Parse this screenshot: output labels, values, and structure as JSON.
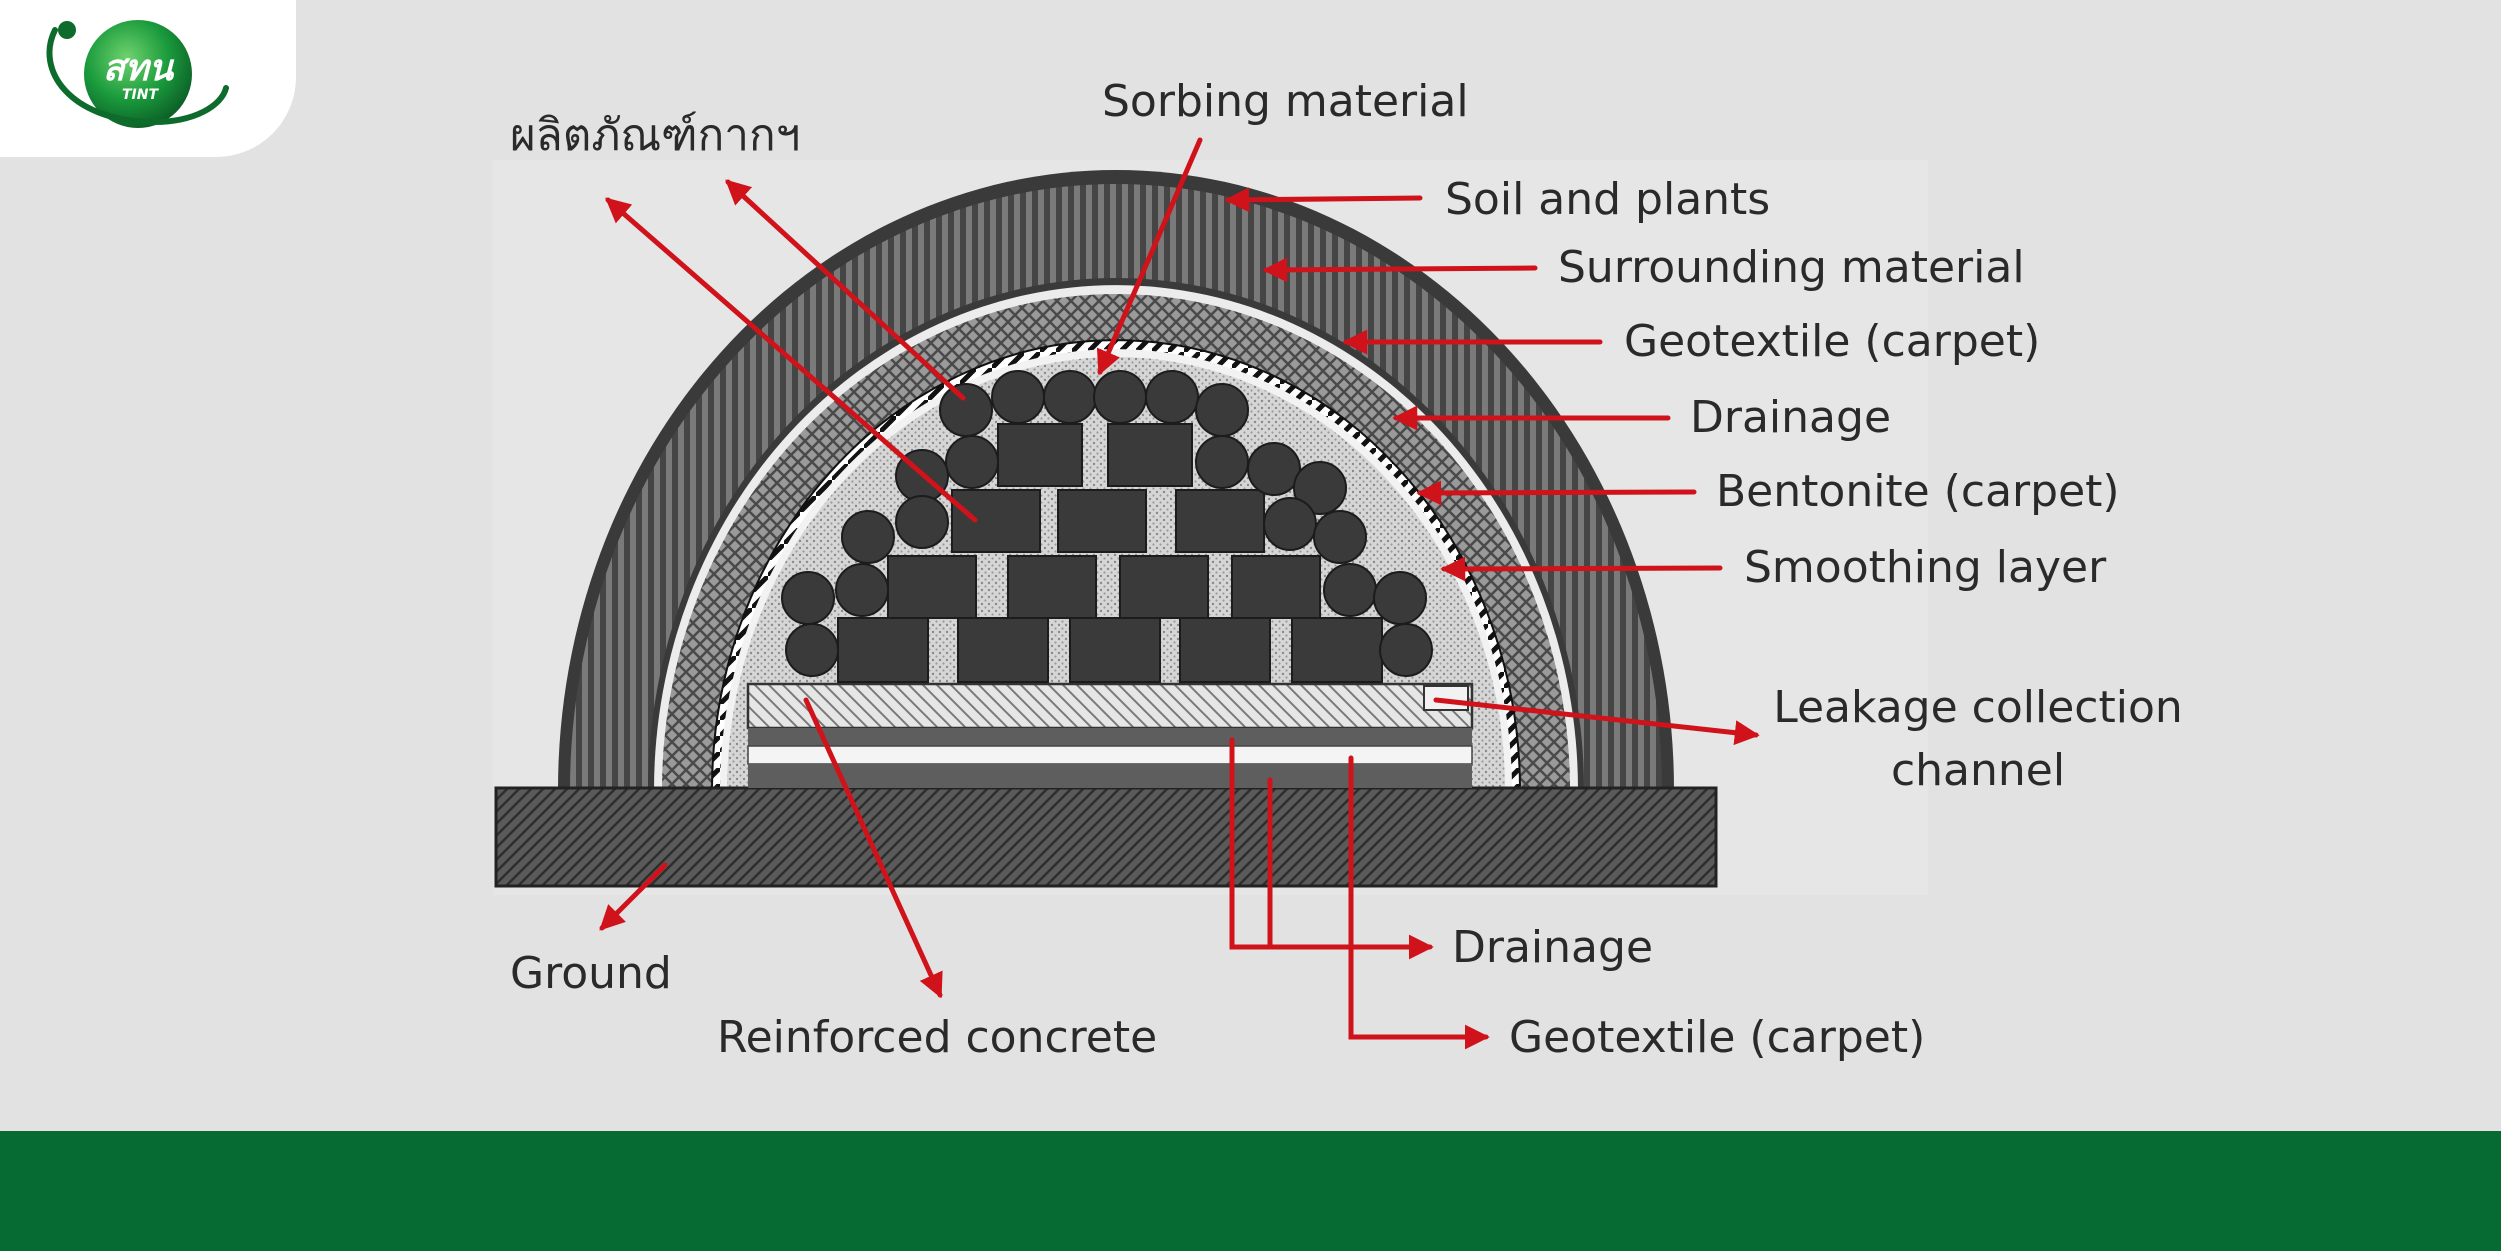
{
  "brand": {
    "logo_text": "สทน",
    "logo_subtext": "TINT",
    "colors": {
      "logo_green": "#1a9a3c",
      "footer_green": "#066a33",
      "arrow_red": "#d0121b",
      "layer_dark": "#3a3a3a"
    }
  },
  "labels": {
    "thai_waste": "ผลิตภัณฑ์กากฯ",
    "sorbing": "Sorbing material",
    "soil": "Soil and plants",
    "surrounding": "Surrounding material",
    "geotextile_top": "Geotextile (carpet)",
    "drainage_top": "Drainage",
    "bentonite": "Bentonite (carpet)",
    "smoothing": "Smoothing layer",
    "leakage_line1": "Leakage collection",
    "leakage_line2": "channel",
    "ground": "Ground",
    "concrete": "Reinforced concrete",
    "drainage_bottom": "Drainage",
    "geotextile_bottom": "Geotextile (carpet)"
  }
}
